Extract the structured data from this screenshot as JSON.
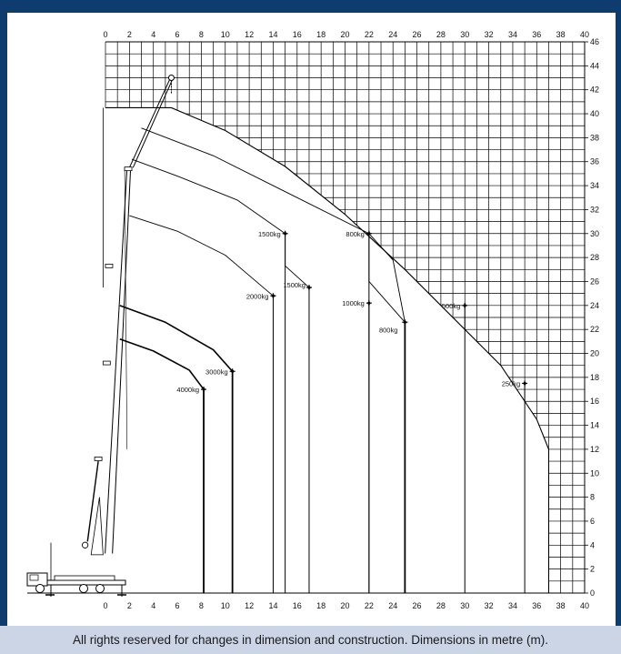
{
  "footer_text": "All rights reserved for changes in dimension and construction. Dimensions in metre (m).",
  "colors": {
    "frame": "#0e3c6e",
    "footer_bg": "#cbd5e6",
    "grid": "#000000"
  },
  "chart_data": {
    "type": "load_chart",
    "x_ticks": [
      "0",
      "2",
      "4",
      "6",
      "8",
      "10",
      "12",
      "14",
      "16",
      "18",
      "20",
      "22",
      "24",
      "26",
      "28",
      "30",
      "32",
      "34",
      "36",
      "38",
      "40"
    ],
    "y_ticks": [
      "0",
      "2",
      "4",
      "6",
      "8",
      "10",
      "12",
      "14",
      "16",
      "18",
      "20",
      "22",
      "24",
      "26",
      "28",
      "30",
      "32",
      "34",
      "36",
      "38",
      "40",
      "42",
      "44",
      "46"
    ],
    "xlim": [
      0,
      40
    ],
    "ylim": [
      0,
      46
    ],
    "boom_tip": {
      "x": 5.5,
      "y": 43
    },
    "points": [
      {
        "label": "4000kg",
        "x": 8.2,
        "y": 17.0
      },
      {
        "label": "3000kg",
        "x": 10.6,
        "y": 18.5
      },
      {
        "label": "2000kg",
        "x": 14.0,
        "y": 24.8
      },
      {
        "label": "1500kg",
        "x": 15.0,
        "y": 30.0
      },
      {
        "label": "1500kg",
        "x": 17.0,
        "y": 25.5
      },
      {
        "label": "800kg",
        "x": 22.0,
        "y": 30.0
      },
      {
        "label": "1000kg",
        "x": 22.0,
        "y": 24.2
      },
      {
        "label": "800kg",
        "x": 25.0,
        "y": 22.6
      },
      {
        "label": "500kg",
        "x": 30.0,
        "y": 24.0
      },
      {
        "label": "250kg",
        "x": 35.0,
        "y": 17.5
      }
    ],
    "envelope": [
      [
        0,
        40.5
      ],
      [
        5.5,
        40.5
      ],
      [
        10,
        38.6
      ],
      [
        15,
        35.6
      ],
      [
        20,
        31.6
      ],
      [
        25,
        27.0
      ],
      [
        30,
        22.0
      ],
      [
        33,
        19.0
      ],
      [
        36,
        14.5
      ],
      [
        37,
        12.0
      ],
      [
        37,
        0
      ]
    ]
  }
}
